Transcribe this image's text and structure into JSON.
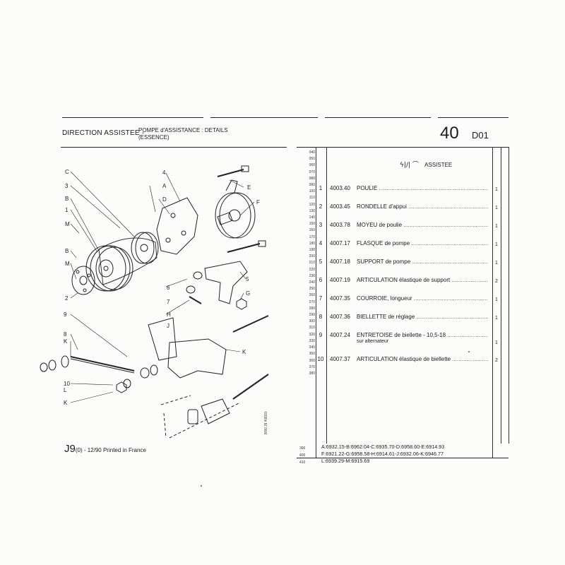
{
  "header": {
    "title": "DIRECTION ASSISTEE -",
    "subtitle_line1": "POMPE d'ASSISTANCE : DETAILS",
    "subtitle_line2": "(ESSENCE)",
    "page_number": "40",
    "page_code": "D01"
  },
  "table": {
    "column_title": "ASSISTEE",
    "column_symbol": "ϟ|∕| ⌒",
    "scale_marks_top": [
      "040",
      "050",
      "060",
      "070",
      "080",
      "090",
      "100",
      "110",
      "120",
      "130",
      "140",
      "150",
      "160",
      "170",
      "180",
      "190",
      "200",
      "210",
      "220",
      "230",
      "240",
      "250",
      "260",
      "270",
      "280",
      "290",
      "300",
      "310",
      "320",
      "330",
      "340",
      "350",
      "360",
      "370",
      "380"
    ],
    "rows": [
      {
        "num": "1",
        "ref": "4003.40",
        "desc": "POULIE",
        "qty": "1"
      },
      {
        "num": "2",
        "ref": "4003.45",
        "desc": "RONDELLE d'appui",
        "qty": "1"
      },
      {
        "num": "3",
        "ref": "4003.78",
        "desc": "MOYEU de poulie",
        "qty": "1"
      },
      {
        "num": "4",
        "ref": "4007.17",
        "desc": "FLASQUE de pompe",
        "qty": "1"
      },
      {
        "num": "5",
        "ref": "4007.18",
        "desc": "SUPPORT de pompe",
        "qty": "1"
      },
      {
        "num": "6",
        "ref": "4007.19",
        "desc": "ARTICULATION élastique de support",
        "qty": "2"
      },
      {
        "num": "7",
        "ref": "4007.35",
        "desc": "COURROIE, longueur",
        "qty": "1"
      },
      {
        "num": "8",
        "ref": "4007.36",
        "desc": "BIELLETTE de réglage",
        "qty": "1"
      },
      {
        "num": "9",
        "ref": "4007.24",
        "desc": "ENTRETOISE de biellette - 10,5-18",
        "sub": "sur alternateur",
        "qty": "1"
      },
      {
        "num": "10",
        "ref": "4007.37",
        "desc": "ARTICULATION élastique de biellette",
        "qty": "2"
      }
    ]
  },
  "diagram": {
    "labels": [
      "C",
      "3",
      "B",
      "1",
      "M",
      "B",
      "M",
      "2",
      "9",
      "8",
      "K",
      "10",
      "L",
      "K",
      "4",
      "A",
      "D",
      "E",
      "F",
      "5",
      "6",
      "G",
      "7",
      "H",
      "J",
      "K"
    ]
  },
  "footer": {
    "model": "J9",
    "model_suffix": "(0) - 12/90 Printed in France",
    "scale_marks": [
      "390",
      "400",
      "410"
    ],
    "notes": [
      "A:6932.15-B:6962.04-C:6935.70-D:6958.60-E:6914.93",
      "F:6921.22-G:6958.58-H:6914.61-J:6932.06-K:6946.77",
      "L:6939.29-M:6915.69"
    ],
    "vertical_code": "8/90  J9  40D01"
  }
}
